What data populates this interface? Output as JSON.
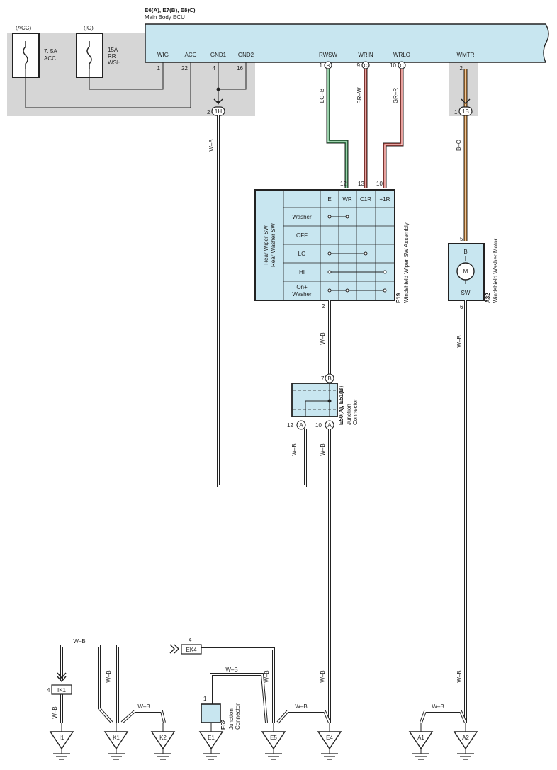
{
  "ecu": {
    "code": "E6(A), E7(B), E8(C)",
    "name": "Main Body ECU",
    "terminals": [
      "WIG",
      "ACC",
      "GND1",
      "GND2",
      "RWSW",
      "WRIN",
      "WRLO",
      "WMTR"
    ],
    "pins": [
      "1",
      "22",
      "4",
      "16",
      "1",
      "9",
      "10",
      "2"
    ],
    "pin_letters": [
      "B",
      "C",
      "C"
    ]
  },
  "fuses": [
    {
      "header": "(ACC)",
      "rating": "7. 5A",
      "name": "ACC"
    },
    {
      "header": "(IG)",
      "rating": "15A",
      "name": "RR\nWSH"
    }
  ],
  "junctions": {
    "j1h": {
      "pin": "2",
      "id": "1H"
    },
    "j1b": {
      "pin": "1",
      "id": "1B"
    }
  },
  "wire_colors": {
    "wb": "W–B",
    "lgb": "LG–B",
    "brw": "BR–W",
    "grr": "GR–R",
    "bo": "B–O"
  },
  "wiper_switch": {
    "code": "E19",
    "name": "Windshield Wiper SW Assembly",
    "side_label_1": "Rear Wiper SW",
    "side_label_2": "Rear Washer SW",
    "columns": [
      "E",
      "WR",
      "C1R",
      "+1R"
    ],
    "column_pins": [
      "12",
      "13",
      "10"
    ],
    "rows": [
      "Washer",
      "OFF",
      "LO",
      "HI",
      "On+\nWasher"
    ],
    "bottom_pin": "2"
  },
  "washer_motor": {
    "code": "A32",
    "name": "Windshield Washer Motor",
    "top_pin": "5",
    "bottom_pin": "6",
    "b_label": "B",
    "m_label": "M",
    "sw_label": "SW"
  },
  "junction_connector_e50": {
    "code": "E50(A), E51(B)",
    "name": "Junction\nConnector",
    "top_pin": "7",
    "top_letter": "B",
    "left_pin": "12",
    "left_letter": "A",
    "right_pin": "10",
    "right_letter": "A"
  },
  "junction_connector_e52": {
    "code": "E52",
    "name": "Junction\nConnector",
    "pin": "1"
  },
  "ek4": {
    "id": "EK4",
    "pin": "4"
  },
  "ik1": {
    "id": "IK1",
    "pin": "4"
  },
  "grounds": [
    "I1",
    "K1",
    "K2",
    "E1",
    "E5",
    "E4",
    "A1",
    "A2"
  ],
  "colors": {
    "panel": "#c8e6f0",
    "shade": "#d6d6d6",
    "wire_lgb": "#3aa35a",
    "wire_red": "#d2453f",
    "wire_bo": "#e08a2a"
  }
}
